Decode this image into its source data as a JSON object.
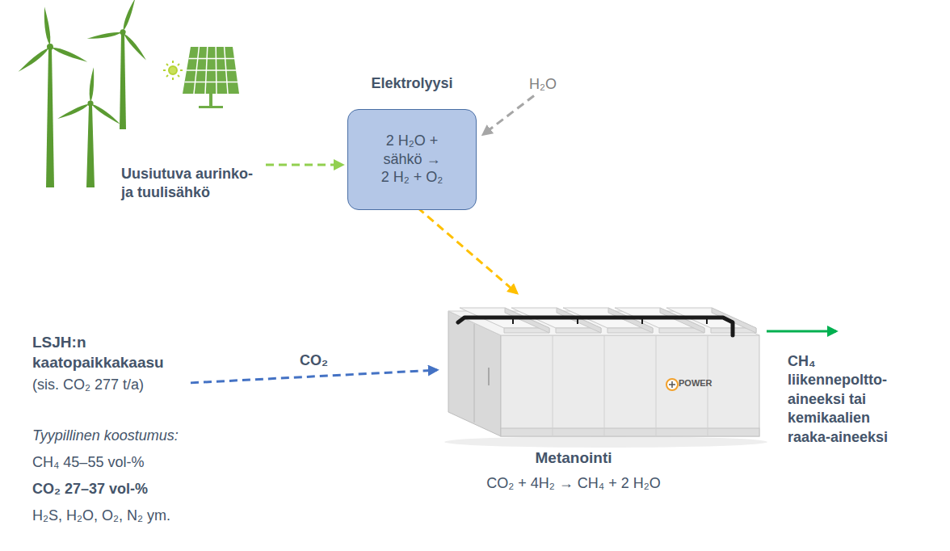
{
  "diagram": {
    "nodes": [
      {
        "text": [
          "Uusiutuva aurinko- ja tuulisähkö"
        ]
      },
      {
        "text": [
          "Elektrolyysi",
          "2 H₂O + sähkö → 2 H₂ + O₂"
        ]
      },
      {
        "text": [
          "H₂O"
        ]
      },
      {
        "text": [
          "LSJH:n kaatopaikkakaasu",
          "(sis. CO₂ 277 t/a)"
        ]
      },
      {
        "text": [
          "Metanointi",
          "CO₂ + 4H₂ → CH₄ + 2 H₂O"
        ]
      },
      {
        "text": [
          "CH₄ liikennepoltto- aineeksi tai kemikaalien raaka-aineeksi"
        ]
      }
    ],
    "edges": [
      {
        "from": 0,
        "to": 1,
        "arrow": "to"
      },
      {
        "from": 2,
        "to": 1,
        "arrow": "to"
      },
      {
        "from": 1,
        "to": 4,
        "arrow": "to"
      },
      {
        "from": 3,
        "to": 4,
        "label": "CO₂",
        "arrow": "to"
      },
      {
        "from": 4,
        "to": 5,
        "arrow": "to"
      }
    ],
    "labels": [
      "Tyypillinen koostumus:",
      "CH₄ 45–55 vol-%",
      "CO₂ 27–37 vol-%",
      "H₂S, H₂O, O₂, N₂ ym.",
      "POWER"
    ]
  }
}
